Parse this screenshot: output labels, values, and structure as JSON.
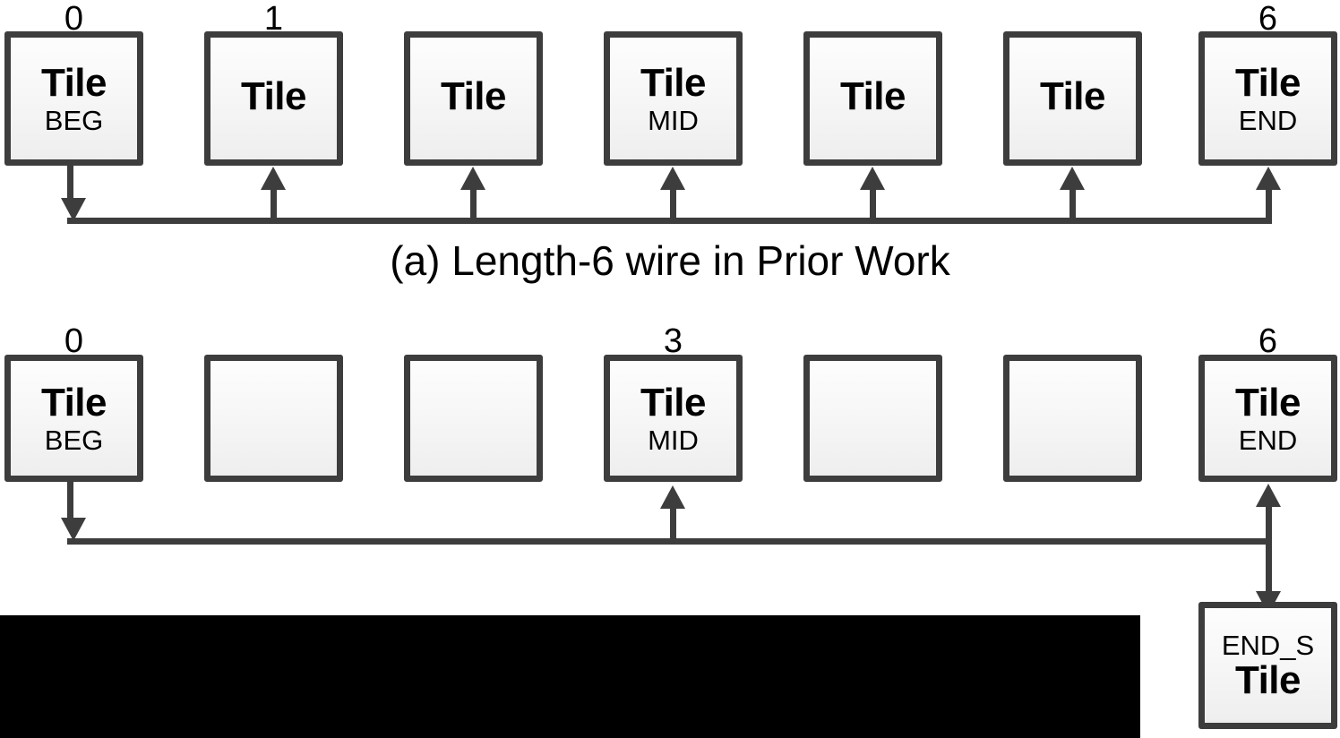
{
  "figure": {
    "caption_a": "(a) Length-6 wire in Prior Work"
  },
  "row_a": {
    "tiles": [
      {
        "index_label": "0",
        "main": "Tile",
        "sub": "BEG",
        "empty": false
      },
      {
        "index_label": "1",
        "main": "Tile",
        "sub": "",
        "empty": false
      },
      {
        "index_label": "",
        "main": "Tile",
        "sub": "",
        "empty": false
      },
      {
        "index_label": "",
        "main": "Tile",
        "sub": "MID",
        "empty": false
      },
      {
        "index_label": "",
        "main": "Tile",
        "sub": "",
        "empty": false
      },
      {
        "index_label": "",
        "main": "Tile",
        "sub": "",
        "empty": false
      },
      {
        "index_label": "6",
        "main": "Tile",
        "sub": "END",
        "empty": false
      }
    ]
  },
  "row_b": {
    "tiles": [
      {
        "index_label": "0",
        "main": "Tile",
        "sub": "BEG",
        "empty": false
      },
      {
        "index_label": "",
        "main": "",
        "sub": "",
        "empty": true
      },
      {
        "index_label": "",
        "main": "",
        "sub": "",
        "empty": true
      },
      {
        "index_label": "3",
        "main": "Tile",
        "sub": "MID",
        "empty": false
      },
      {
        "index_label": "",
        "main": "",
        "sub": "",
        "empty": true
      },
      {
        "index_label": "",
        "main": "",
        "sub": "",
        "empty": true
      },
      {
        "index_label": "6",
        "main": "Tile",
        "sub": "END",
        "empty": false
      }
    ],
    "spare_tile": {
      "main": "Tile",
      "sub": "END_S"
    }
  },
  "colors": {
    "tile_border": "#3d3d3d",
    "wire": "#3d3d3d",
    "text": "#000000",
    "redaction": "#000000",
    "background": "#ffffff"
  }
}
